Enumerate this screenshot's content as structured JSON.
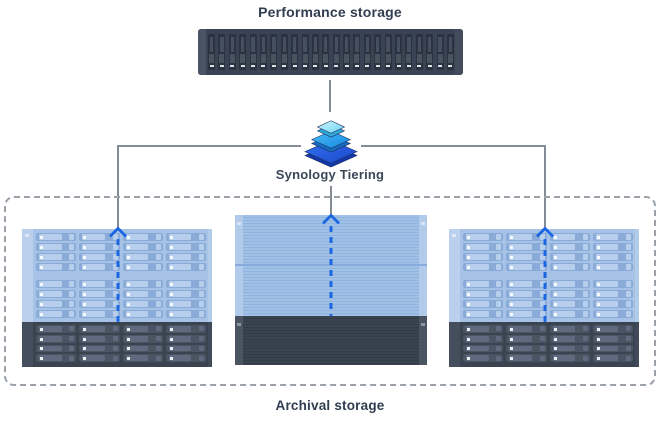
{
  "diagram": {
    "title_top": "Performance storage",
    "tiering_label": "Synology Tiering",
    "archival_label": "Archival storage",
    "performance_rack": {
      "slot_count": 24
    },
    "tiering_icon": {
      "layers": 3
    },
    "archival_group": {
      "unit_count": 3,
      "side_unit": {
        "shelves": 2,
        "rows_per_shelf": 4,
        "trays_per_row": 4,
        "dark_rows": 4
      }
    },
    "colors": {
      "label_text": "#313d50",
      "connector_gray": "#858c95",
      "boundary_dash_gray": "#9aa1aa",
      "arrow_blue": "#1b67e2",
      "hot_tier_blue": "#a6c3e7",
      "cold_tier_dark": "#3a4350",
      "rack_dark": "#3a4353",
      "icon_top_cyan": "#69d4f4",
      "icon_mid_blue": "#1786e2",
      "icon_bottom_blue": "#1a46cc"
    }
  }
}
